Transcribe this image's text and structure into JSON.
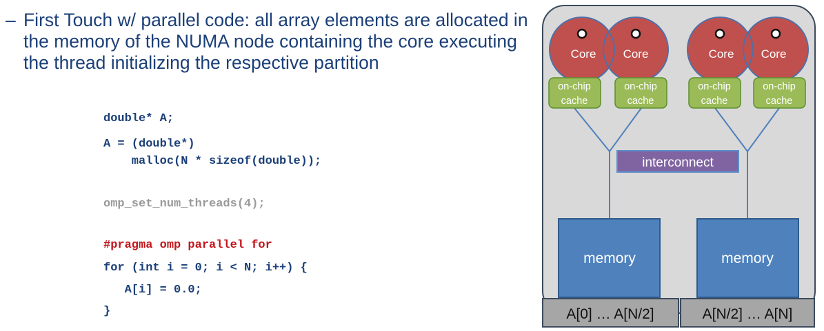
{
  "bullet": {
    "dash": "–",
    "text": "First Touch w/ parallel code: all array elements are allocated in the memory of the NUMA node containing the core executing the thread initializing the respective partition"
  },
  "code": {
    "line1": "double* A;",
    "line2": "A = (double*)",
    "line3": "    malloc(N * sizeof(double));",
    "line4": "omp_set_num_threads(4);",
    "line5": "#pragma omp parallel for",
    "line6": "for (int i = 0; i < N; i++) {",
    "line7": "   A[i] = 0.0;",
    "line8": "}"
  },
  "diagram": {
    "core_label": "Core",
    "cache_label": "on-chip cache",
    "cache_line1": "on-chip",
    "cache_line2": "cache",
    "interconnect_label": "interconnect",
    "memory_label": "memory",
    "partition_left": "A[0] … A[N/2]",
    "partition_right": "A[N/2] … A[N]",
    "colors": {
      "core": "#c0504d",
      "cache": "#9bbb59",
      "interconnect": "#8064a2",
      "memory": "#4f81bd",
      "node_bg": "#d9d9d9",
      "partition_bg": "#a6a6a6"
    }
  }
}
